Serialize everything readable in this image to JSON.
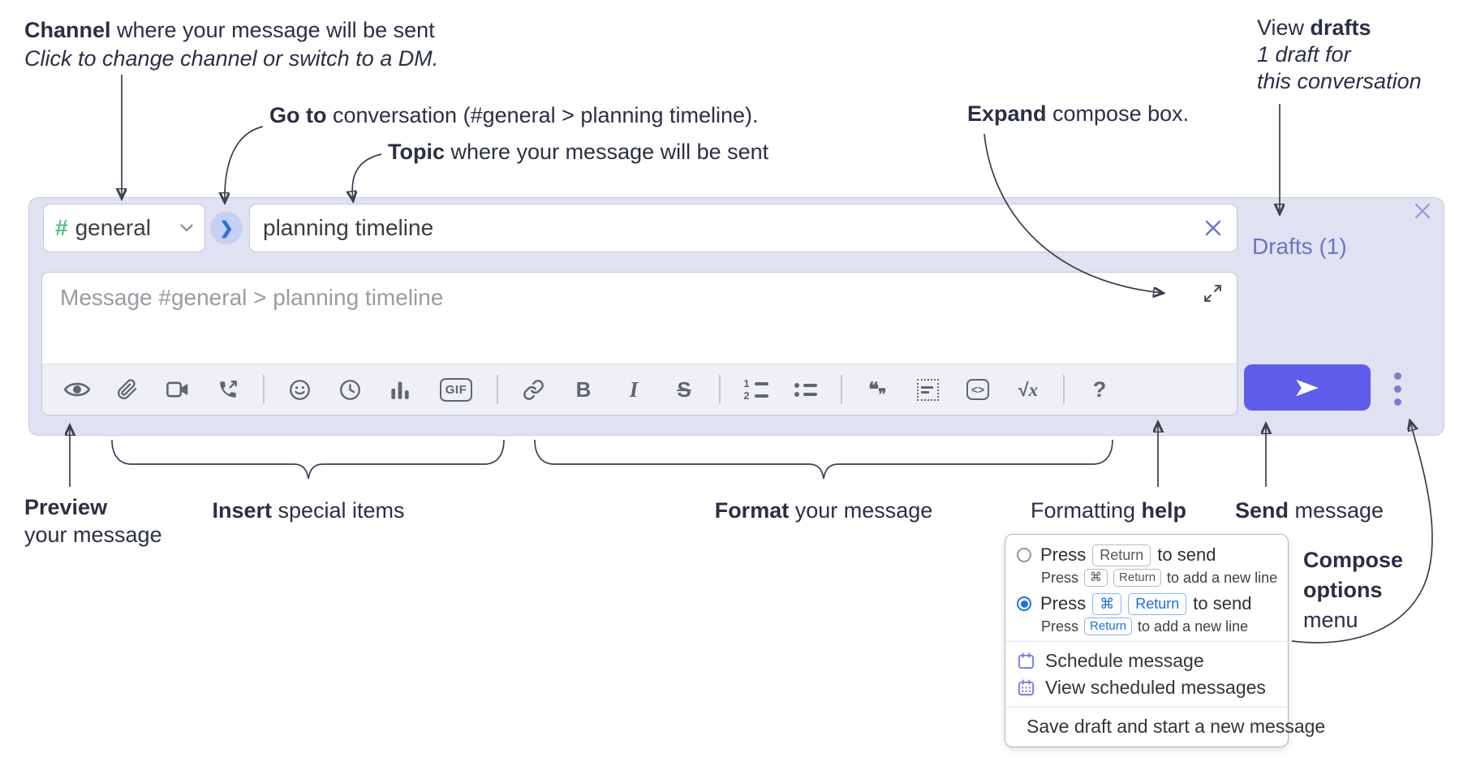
{
  "colors": {
    "compose_bg": "#e1e2f1",
    "send_button": "#5e5ceb",
    "drafts_link": "#6c74c4",
    "channel_hash": "#5bbd85",
    "goto_circle_bg": "#c6d0f3",
    "goto_chevron": "#2f6fdd",
    "radio_selected": "#1e73e8",
    "kbd_blue": "#1b6ce8",
    "menu_icon": "#7b7ae6",
    "annotation_text": "#2b2f45"
  },
  "annotations": {
    "channel": {
      "bold": "Channel",
      "rest": " where your message will be sent",
      "sub": "Click to change channel or switch to a DM."
    },
    "goto": {
      "bold": "Go to",
      "rest": " conversation (#general > planning timeline)."
    },
    "topic": {
      "bold": "Topic",
      "rest": " where your message will be sent"
    },
    "expand": {
      "bold": "Expand",
      "rest": " compose box."
    },
    "drafts": {
      "pre": "View ",
      "bold": "drafts",
      "italic_line1": "1 draft for",
      "italic_line2": "this conversation"
    },
    "preview": {
      "bold": "Preview",
      "rest": "your message"
    },
    "insert": {
      "bold": "Insert",
      "rest": " special items"
    },
    "format": {
      "bold": "Format",
      "rest": " your message"
    },
    "help": {
      "pre": "Formatting ",
      "bold": "help"
    },
    "send": {
      "bold": "Send",
      "rest": " message"
    },
    "compose_options": {
      "bold_line1": "Compose",
      "bold_line2": "options",
      "rest": "menu"
    }
  },
  "compose": {
    "channel": {
      "hash": "#",
      "name": "general"
    },
    "goto_chevron": "❯",
    "topic": {
      "value": "planning timeline"
    },
    "message": {
      "placeholder": "Message #general > planning timeline"
    },
    "drafts_label": "Drafts (1)",
    "toolbar": {
      "gif_label": "GIF",
      "bold_label": "B",
      "italic_label": "I",
      "strike_label": "S",
      "quote_open": "❝",
      "quote_close": "❞",
      "ol_num1": "1",
      "ol_num2": "2",
      "code_label": "<>",
      "math_radical": "√",
      "math_var": "x",
      "help_label": "?"
    }
  },
  "popup": {
    "option_return": {
      "pre": "Press",
      "key": "Return",
      "post": "to send",
      "sub_pre": "Press",
      "sub_key1": "⌘",
      "sub_key2": "Return",
      "sub_post": "to add a new line"
    },
    "option_cmd_return": {
      "pre": "Press",
      "key1": "⌘",
      "key2": "Return",
      "post": "to send",
      "sub_pre": "Press",
      "sub_key": "Return",
      "sub_post": "to add a new line"
    },
    "menu_items": [
      {
        "label": "Schedule message"
      },
      {
        "label": "View scheduled messages"
      },
      {
        "label": "Save draft and start a new message"
      }
    ]
  }
}
